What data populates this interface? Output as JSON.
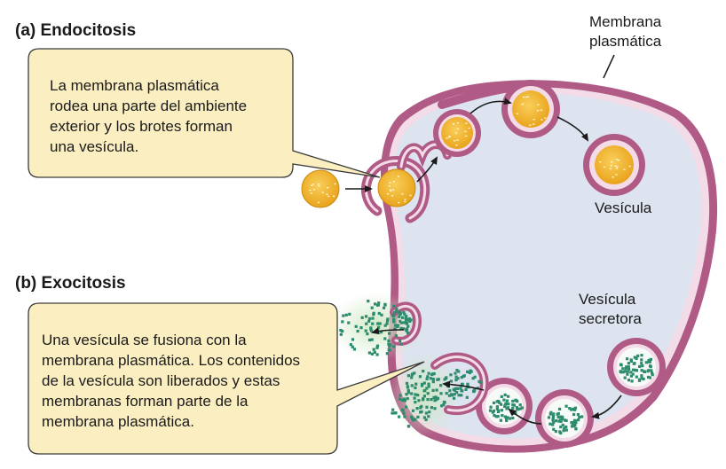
{
  "section_a": {
    "heading": "(a) Endocitosis",
    "callout_lines": [
      "La membrana plasmática",
      "rodea una parte del ambiente",
      "exterior y los brotes forman",
      "una vesícula."
    ]
  },
  "section_b": {
    "heading": "(b) Exocitosis",
    "callout_lines": [
      "Una vesícula se fusiona con la",
      "membrana plasmática. Los contenidos",
      "de la vesícula son liberados y estas",
      "membranas forman parte de la",
      "membrana plasmática."
    ]
  },
  "labels": {
    "membrane_line1": "Membrana",
    "membrane_line2": "plasmática",
    "vesicle": "Vesícula",
    "secretory_line1": "Vesícula",
    "secretory_line2": "secretora"
  },
  "colors": {
    "membrane": "#b05a86",
    "membrane_inner": "#f3dbe7",
    "cytoplasm": "#dde3ef",
    "particle_fill": "#f0b22a",
    "particle_edge": "#c98a12",
    "secretion": "#2e8c6e",
    "secretion_glow": "#cfe8c4",
    "callout_fill": "#fbefc2",
    "callout_stroke": "#3a3a3a"
  }
}
